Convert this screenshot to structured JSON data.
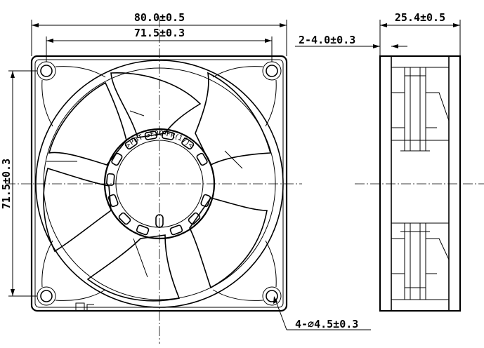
{
  "dimensions": {
    "overall_width": "80.0±0.5",
    "hole_spacing_horizontal": "71.5±0.3",
    "hole_spacing_vertical": "71.5±0.3",
    "depth": "25.4±0.5",
    "flange_thickness": "2-4.0±0.3",
    "mounting_holes": "4-⌀4.5±0.3"
  },
  "hub_stamp": ">PBT-GF30-FR(17)<"
}
